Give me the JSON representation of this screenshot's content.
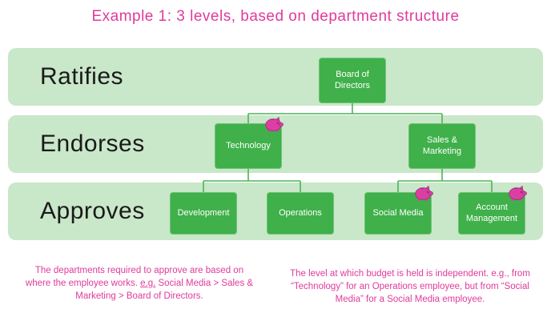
{
  "title": "Example 1: 3 levels, based on department structure",
  "rows": [
    {
      "label": "Ratifies"
    },
    {
      "label": "Endorses"
    },
    {
      "label": "Approves"
    }
  ],
  "org": {
    "board": {
      "label": "Board of Directors",
      "has_budget_icon": false
    },
    "technology": {
      "label": "Technology",
      "has_budget_icon": true
    },
    "sales_marketing": {
      "label": "Sales & Marketing",
      "has_budget_icon": false
    },
    "development": {
      "label": "Development",
      "has_budget_icon": false
    },
    "operations": {
      "label": "Operations",
      "has_budget_icon": false
    },
    "social_media": {
      "label": "Social Media",
      "has_budget_icon": true
    },
    "account_management": {
      "label": "Account Management",
      "has_budget_icon": true
    }
  },
  "icons": {
    "budget": "piggy-bank-icon"
  },
  "notes": {
    "left": {
      "part1": "The departments required to approve are based on where the employee works. ",
      "underlined": "e.g.",
      "part2": " Social Media > Sales & Marketing > Board of Directors."
    },
    "right": "The level at which budget is held is independent. e.g., from “Technology” for an Operations employee, but from “Social Media” for a Social Media employee."
  },
  "colors": {
    "band_green": "#c9e7c9",
    "box_green": "#3fb04a",
    "connector_green": "#4db457",
    "accent_pink": "#e03a9c",
    "piggy_pink": "#db3fa4"
  }
}
